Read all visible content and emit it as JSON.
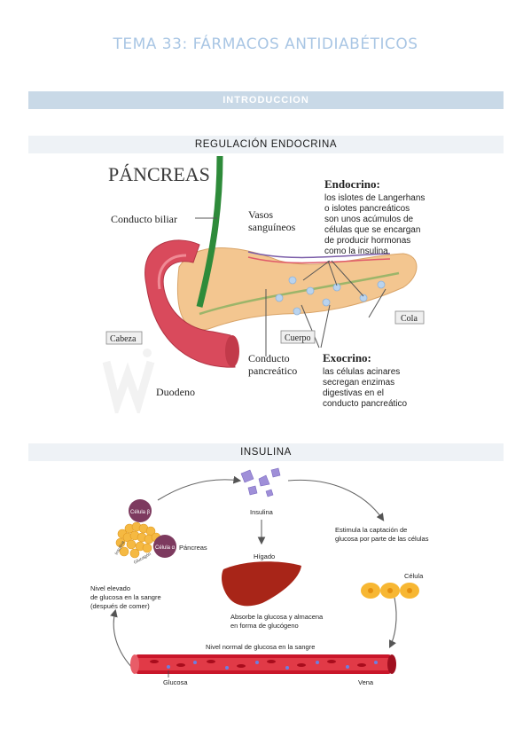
{
  "page": {
    "title": "TEMA 33: FÁRMACOS ANTIDIABÉTICOS",
    "section_intro": "INTRODUCCION",
    "section_regulation": "REGULACIÓN ENDOCRINA",
    "section_insulin": "INSULINA"
  },
  "pancreas": {
    "title": "PÁNCREAS",
    "bile_duct": "Conducto biliar",
    "vessels": [
      "Vasos",
      "sanguíneos"
    ],
    "endocrine_title": "Endocrino:",
    "endocrine_text": [
      "los islotes de Langerhans",
      "o islotes pancreáticos",
      "son unos acúmulos de",
      "células que se encargan",
      "de producir hormonas",
      "como la insulina"
    ],
    "head": "Cabeza",
    "body": "Cuerpo",
    "tail": "Cola",
    "duct": [
      "Conducto",
      "pancreático"
    ],
    "exocrine_title": "Exocrino:",
    "exocrine_text": [
      "las células acinares",
      "secregan enzimas",
      "digestivas en el",
      "conducto pancreático"
    ],
    "duodenum": "Duodeno"
  },
  "insulin": {
    "beta_cell": "Célula β",
    "alpha_cell": "Célula α",
    "pancreas": "Páncreas",
    "insulin": "Insulina",
    "liver": "Hígado",
    "absorb": [
      "Absorbe la glucosa y almacena",
      "en forma de glucógeno"
    ],
    "stimulate": [
      "Estimula la captación de",
      "glucosa por parte de las células"
    ],
    "cell": "Célula",
    "high_glucose": [
      "Nivel elevado",
      "de glucosa en la sangre",
      "(después de comer)"
    ],
    "normal_glucose": "Nivel normal de glucosa en la sangre",
    "glucose": "Glucosa",
    "vein": "Vena",
    "insulin_small": "Insulina",
    "glucagon_small": "Glucagón"
  },
  "colors": {
    "title": "#a9c6e4",
    "intro_bar": "#c9d9e7",
    "section_bar": "#eef2f6"
  }
}
